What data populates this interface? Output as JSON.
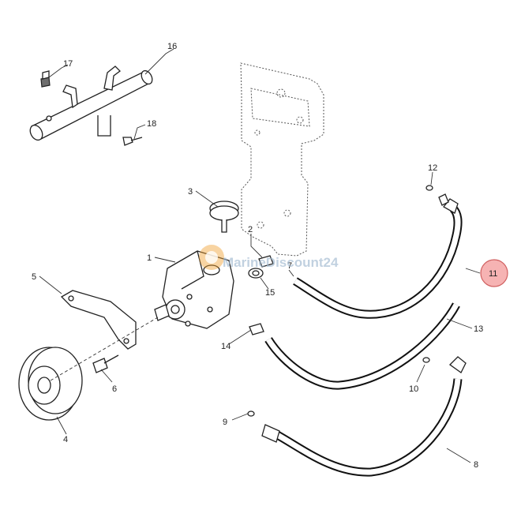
{
  "watermark": {
    "text": "MarineDiscount24",
    "gear_color": "#f0a030",
    "text_color": "#9fb8cf"
  },
  "highlight": {
    "callout": "11",
    "color": "#f6b3b3"
  },
  "callouts": [
    {
      "id": "1",
      "label": "1"
    },
    {
      "id": "2",
      "label": "2"
    },
    {
      "id": "3",
      "label": "3"
    },
    {
      "id": "4",
      "label": "4"
    },
    {
      "id": "5",
      "label": "5"
    },
    {
      "id": "6",
      "label": "6"
    },
    {
      "id": "7",
      "label": "7"
    },
    {
      "id": "8",
      "label": "8"
    },
    {
      "id": "9",
      "label": "9"
    },
    {
      "id": "10",
      "label": "10"
    },
    {
      "id": "11",
      "label": "11"
    },
    {
      "id": "12",
      "label": "12"
    },
    {
      "id": "13",
      "label": "13"
    },
    {
      "id": "14",
      "label": "14"
    },
    {
      "id": "15",
      "label": "15"
    },
    {
      "id": "16",
      "label": "16"
    },
    {
      "id": "17",
      "label": "17"
    },
    {
      "id": "18",
      "label": "18"
    }
  ]
}
